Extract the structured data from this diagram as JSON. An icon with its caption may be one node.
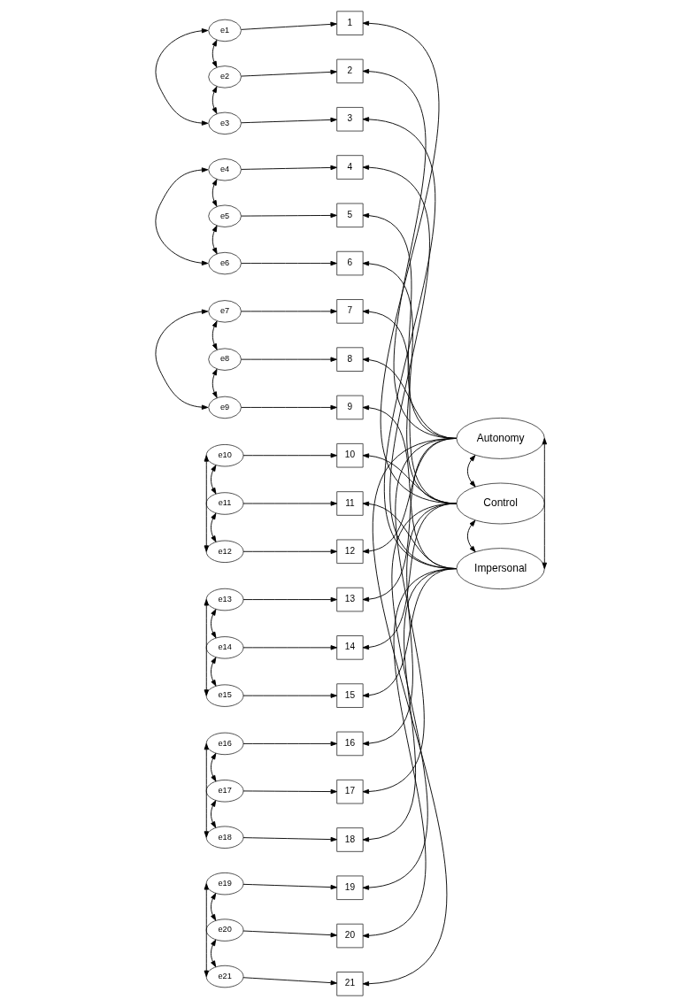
{
  "diagram": {
    "nodes": [
      {
        "text": [
          "e1"
        ]
      },
      {
        "text": [
          "e2"
        ]
      },
      {
        "text": [
          "e3"
        ]
      },
      {
        "text": [
          "e4"
        ]
      },
      {
        "text": [
          "e5"
        ]
      },
      {
        "text": [
          "e6"
        ]
      },
      {
        "text": [
          "e7"
        ]
      },
      {
        "text": [
          "e8"
        ]
      },
      {
        "text": [
          "e9"
        ]
      },
      {
        "text": [
          "e10"
        ]
      },
      {
        "text": [
          "e11"
        ]
      },
      {
        "text": [
          "e12"
        ]
      },
      {
        "text": [
          "e13"
        ]
      },
      {
        "text": [
          "e14"
        ]
      },
      {
        "text": [
          "e15"
        ]
      },
      {
        "text": [
          "e16"
        ]
      },
      {
        "text": [
          "e17"
        ]
      },
      {
        "text": [
          "e18"
        ]
      },
      {
        "text": [
          "e19"
        ]
      },
      {
        "text": [
          "e20"
        ]
      },
      {
        "text": [
          "e21"
        ]
      },
      {
        "text": [
          "1"
        ]
      },
      {
        "text": [
          "2"
        ]
      },
      {
        "text": [
          "3"
        ]
      },
      {
        "text": [
          "4"
        ]
      },
      {
        "text": [
          "5"
        ]
      },
      {
        "text": [
          "6"
        ]
      },
      {
        "text": [
          "7"
        ]
      },
      {
        "text": [
          "8"
        ]
      },
      {
        "text": [
          "9"
        ]
      },
      {
        "text": [
          "10"
        ]
      },
      {
        "text": [
          "11"
        ]
      },
      {
        "text": [
          "12"
        ]
      },
      {
        "text": [
          "13"
        ]
      },
      {
        "text": [
          "14"
        ]
      },
      {
        "text": [
          "15"
        ]
      },
      {
        "text": [
          "16"
        ]
      },
      {
        "text": [
          "17"
        ]
      },
      {
        "text": [
          "18"
        ]
      },
      {
        "text": [
          "19"
        ]
      },
      {
        "text": [
          "20"
        ]
      },
      {
        "text": [
          "21"
        ]
      },
      {
        "text": [
          "Autonomy"
        ]
      },
      {
        "text": [
          "Control"
        ]
      },
      {
        "text": [
          "Impersonal"
        ]
      }
    ],
    "edges": [
      {
        "from": 0,
        "to": 21,
        "arrow": "to"
      },
      {
        "from": 1,
        "to": 22,
        "arrow": "to"
      },
      {
        "from": 2,
        "to": 23,
        "arrow": "to"
      },
      {
        "from": 3,
        "to": 24,
        "arrow": "to"
      },
      {
        "from": 4,
        "to": 25,
        "arrow": "to"
      },
      {
        "from": 5,
        "to": 26,
        "arrow": "to"
      },
      {
        "from": 6,
        "to": 27,
        "arrow": "to"
      },
      {
        "from": 7,
        "to": 28,
        "arrow": "to"
      },
      {
        "from": 8,
        "to": 29,
        "arrow": "to"
      },
      {
        "from": 9,
        "to": 30,
        "arrow": "to"
      },
      {
        "from": 10,
        "to": 31,
        "arrow": "to"
      },
      {
        "from": 11,
        "to": 32,
        "arrow": "to"
      },
      {
        "from": 12,
        "to": 33,
        "arrow": "to"
      },
      {
        "from": 13,
        "to": 34,
        "arrow": "to"
      },
      {
        "from": 14,
        "to": 35,
        "arrow": "to"
      },
      {
        "from": 15,
        "to": 36,
        "arrow": "to"
      },
      {
        "from": 16,
        "to": 37,
        "arrow": "to"
      },
      {
        "from": 17,
        "to": 38,
        "arrow": "to"
      },
      {
        "from": 18,
        "to": 39,
        "arrow": "to"
      },
      {
        "from": 19,
        "to": 40,
        "arrow": "to"
      },
      {
        "from": 20,
        "to": 41,
        "arrow": "to"
      },
      {
        "from": 0,
        "to": 1,
        "arrow": "both"
      },
      {
        "from": 1,
        "to": 2,
        "arrow": "both"
      },
      {
        "from": 0,
        "to": 2,
        "arrow": "both"
      },
      {
        "from": 3,
        "to": 4,
        "arrow": "both"
      },
      {
        "from": 4,
        "to": 5,
        "arrow": "both"
      },
      {
        "from": 3,
        "to": 5,
        "arrow": "both"
      },
      {
        "from": 6,
        "to": 7,
        "arrow": "both"
      },
      {
        "from": 7,
        "to": 8,
        "arrow": "both"
      },
      {
        "from": 6,
        "to": 8,
        "arrow": "both"
      },
      {
        "from": 9,
        "to": 10,
        "arrow": "both"
      },
      {
        "from": 10,
        "to": 11,
        "arrow": "both"
      },
      {
        "from": 9,
        "to": 11,
        "arrow": "both"
      },
      {
        "from": 12,
        "to": 13,
        "arrow": "both"
      },
      {
        "from": 13,
        "to": 14,
        "arrow": "both"
      },
      {
        "from": 12,
        "to": 14,
        "arrow": "both"
      },
      {
        "from": 15,
        "to": 16,
        "arrow": "both"
      },
      {
        "from": 16,
        "to": 17,
        "arrow": "both"
      },
      {
        "from": 15,
        "to": 17,
        "arrow": "both"
      },
      {
        "from": 18,
        "to": 19,
        "arrow": "both"
      },
      {
        "from": 19,
        "to": 20,
        "arrow": "both"
      },
      {
        "from": 18,
        "to": 20,
        "arrow": "both"
      },
      {
        "from": 42,
        "to": 22,
        "arrow": "to"
      },
      {
        "from": 42,
        "to": 25,
        "arrow": "to"
      },
      {
        "from": 42,
        "to": 28,
        "arrow": "to"
      },
      {
        "from": 42,
        "to": 32,
        "arrow": "to"
      },
      {
        "from": 42,
        "to": 33,
        "arrow": "to"
      },
      {
        "from": 42,
        "to": 37,
        "arrow": "to"
      },
      {
        "from": 42,
        "to": 41,
        "arrow": "to"
      },
      {
        "from": 43,
        "to": 21,
        "arrow": "to"
      },
      {
        "from": 43,
        "to": 26,
        "arrow": "to"
      },
      {
        "from": 43,
        "to": 27,
        "arrow": "to"
      },
      {
        "from": 43,
        "to": 30,
        "arrow": "to"
      },
      {
        "from": 43,
        "to": 34,
        "arrow": "to"
      },
      {
        "from": 43,
        "to": 36,
        "arrow": "to"
      },
      {
        "from": 43,
        "to": 39,
        "arrow": "to"
      },
      {
        "from": 44,
        "to": 23,
        "arrow": "to"
      },
      {
        "from": 44,
        "to": 24,
        "arrow": "to"
      },
      {
        "from": 44,
        "to": 29,
        "arrow": "to"
      },
      {
        "from": 44,
        "to": 31,
        "arrow": "to"
      },
      {
        "from": 44,
        "to": 35,
        "arrow": "to"
      },
      {
        "from": 44,
        "to": 38,
        "arrow": "to"
      },
      {
        "from": 44,
        "to": 40,
        "arrow": "to"
      },
      {
        "from": 42,
        "to": 43,
        "arrow": "both"
      },
      {
        "from": 43,
        "to": 44,
        "arrow": "both"
      },
      {
        "from": 42,
        "to": 44,
        "arrow": "both"
      }
    ]
  }
}
